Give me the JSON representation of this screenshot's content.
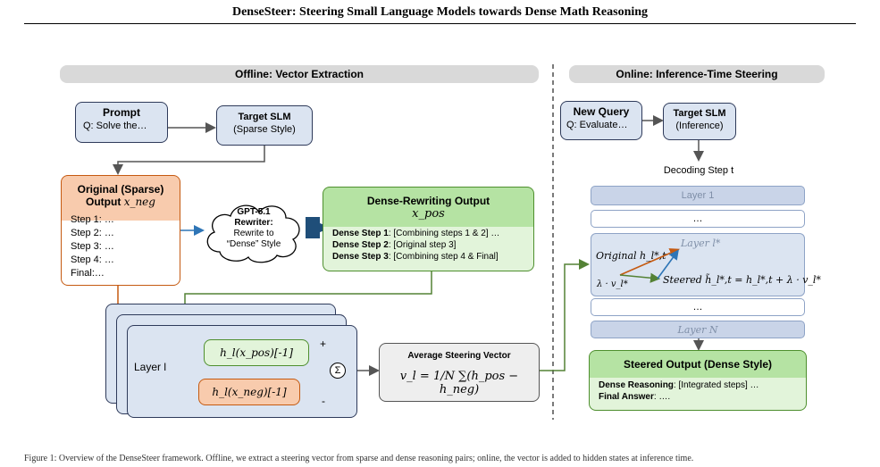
{
  "paper_title": "DenseSteer: Steering Small Language Models towards Dense Math Reasoning",
  "offline": {
    "header": "Offline: Vector Extraction",
    "prompt": {
      "title": "Prompt",
      "text": "Q: Solve the…"
    },
    "target_slm": {
      "title": "Target SLM",
      "subtitle": "(Sparse Style)"
    },
    "original": {
      "title": "Original (Sparse)",
      "output_label": "Output",
      "var": "x_neg",
      "steps": [
        "Step 1: …",
        "Step 2: …",
        "Step 3: …",
        "Step 4: …",
        "Final:…"
      ]
    },
    "rewriter": {
      "title": "GPT-5.1",
      "role": "Rewriter:",
      "line1": "Rewrite to",
      "line2": "“Dense” Style"
    },
    "dense": {
      "title": "Dense-Rewriting Output",
      "var": "x_pos",
      "rows": [
        {
          "label": "Dense Step 1",
          "text": ": [Combining steps 1 & 2] …"
        },
        {
          "label": "Dense Step 2",
          "text": ": [Original step 3]"
        },
        {
          "label": "Dense Step 3",
          "text": ": [Combining step 4 & Final]"
        }
      ]
    },
    "layer_label": "Layer l",
    "hpos": "h_l(x_pos)[-1]",
    "hneg": "h_l(x_neg)[-1]",
    "plus": "+",
    "minus": "-",
    "sum": "Σ",
    "avg": {
      "title": "Average Steering Vector",
      "formula": "v_l = 1/N ∑(h_pos − h_neg)"
    }
  },
  "online": {
    "header": "Online: Inference-Time Steering",
    "query": {
      "title": "New Query",
      "text": "Q: Evaluate…"
    },
    "target_slm": {
      "title": "Target SLM",
      "subtitle": "(Inference)"
    },
    "decoding": "Decoding Step t",
    "layer1": "Layer 1",
    "dots1": "…",
    "layer_star": "Layer l*",
    "original_h": "Original h_l*,t",
    "lambda_v": "λ · v_l*",
    "steered": "Steered h̃_l*,t = h_l*,t + λ · v_l*",
    "dots2": "…",
    "layerN": "Layer N",
    "output": {
      "title": "Steered Output (Dense Style)",
      "r1_label": "Dense Reasoning",
      "r1_text": ": [Integrated steps] …",
      "r2_label": "Final Answer",
      "r2_text": ": …."
    }
  },
  "caption": "Figure 1: Overview of the DenseSteer framework. Offline, we extract a steering vector from sparse and dense reasoning pairs; online, the vector is added to hidden states at inference time."
}
